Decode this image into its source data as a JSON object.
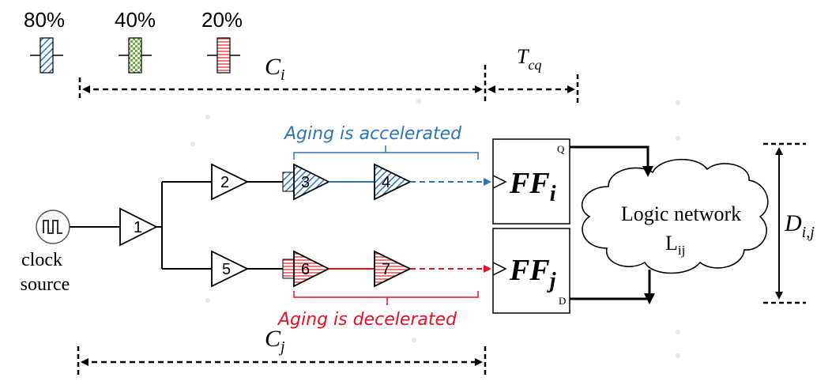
{
  "legend": [
    {
      "label": "80%",
      "pattern": "diag",
      "color": "#2e75b6"
    },
    {
      "label": "40%",
      "pattern": "check",
      "color": "#70ad47"
    },
    {
      "label": "20%",
      "pattern": "horiz",
      "color": "#e05050"
    }
  ],
  "labels": {
    "ci": "C",
    "ci_sub": "i",
    "cj": "C",
    "cj_sub": "j",
    "tcq": "T",
    "tcq_sub": "cq",
    "dij": "D",
    "dij_sub": "i,j",
    "clock_line1": "clock",
    "clock_line2": "source",
    "accelerated": "Aging is accelerated",
    "decelerated": "Aging is decelerated",
    "logic_line1": "Logic network",
    "logic_L": "L",
    "logic_L_sub": "ij",
    "ff_i": "FF",
    "ff_i_sub": "i",
    "ff_j": "FF",
    "ff_j_sub": "j",
    "q": "Q",
    "d": "D"
  },
  "buffers": [
    "1",
    "2",
    "3",
    "4",
    "5",
    "6",
    "7"
  ],
  "colors": {
    "blue": "#2e75b6",
    "green": "#70ad47",
    "red": "#e81123",
    "black": "#000000"
  }
}
